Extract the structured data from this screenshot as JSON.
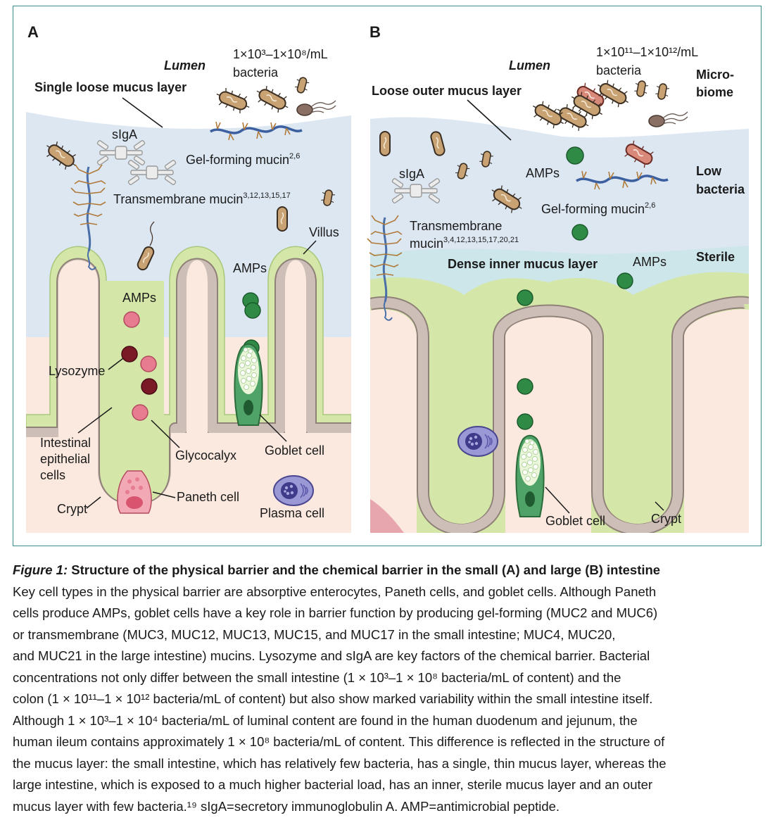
{
  "panels": {
    "a": {
      "letter": "A",
      "lumen": "Lumen",
      "bacteria_conc": "1×10³–1×10⁸/mL",
      "bacteria_word": "bacteria",
      "mucus_layer": "Single loose mucus layer",
      "siga": "sIgA",
      "gel_mucin": "Gel-forming mucin",
      "gel_mucin_ref": "2,6",
      "tm_mucin": "Transmembrane mucin",
      "tm_mucin_ref": "3,12,13,15,17",
      "villus": "Villus",
      "amps_left": "AMPs",
      "amps_right": "AMPs",
      "lysozyme": "Lysozyme",
      "epithelial_1": "Intestinal",
      "epithelial_2": "epithelial",
      "epithelial_3": "cells",
      "glycocalyx": "Glycocalyx",
      "goblet": "Goblet cell",
      "crypt": "Crypt",
      "paneth": "Paneth cell",
      "plasma": "Plasma cell"
    },
    "b": {
      "letter": "B",
      "lumen": "Lumen",
      "bacteria_conc": "1×10¹¹–1×10¹²/mL",
      "bacteria_word": "bacteria",
      "microbiome_1": "Micro-",
      "microbiome_2": "biome",
      "low_bacteria_1": "Low",
      "low_bacteria_2": "bacteria",
      "sterile": "Sterile",
      "outer_layer": "Loose outer mucus layer",
      "siga": "sIgA",
      "amps_top": "AMPs",
      "gel_mucin": "Gel-forming mucin",
      "gel_mucin_ref": "2,6",
      "tm_mucin_1": "Transmembrane",
      "tm_mucin_2": "mucin",
      "tm_mucin_ref": "3,4,12,13,15,17,20,21",
      "inner_layer": "Dense inner mucus layer",
      "amps_inner": "AMPs",
      "goblet": "Goblet cell",
      "crypt": "Crypt"
    }
  },
  "colors": {
    "frame": "#3a8c8c",
    "mucus": "#dce7f2",
    "inner_mucus": "#cde6ea",
    "epithelium": "#d4e7a8",
    "membrane": "#cdbfb7",
    "lamina": "#fbe9df",
    "amp_green": "#2f8a46",
    "amp_pink": "#e77b8f",
    "lysozyme": "#7a1a26",
    "bacteria": "#c9a273"
  },
  "caption": {
    "fig_label": "Figure 1:",
    "title": " Structure of the physical barrier and the chemical barrier in the small (A) and large (B) intestine",
    "lines": [
      "Key cell types in the physical barrier are absorptive enterocytes, Paneth cells, and goblet cells. Although Paneth",
      "cells produce AMPs, goblet cells have a key role in barrier function by producing gel-forming (MUC2 and MUC6)",
      "or transmembrane (MUC3, MUC12, MUC13, MUC15, and MUC17 in the small intestine; MUC4, MUC20,",
      "and MUC21 in the large intestine) mucins. Lysozyme and sIgA are key factors of the chemical barrier. Bacterial",
      "concentrations not only differ between the small intestine (1 × 10³–1 × 10⁸ bacteria/mL of content) and the",
      "colon (1 × 10¹¹–1 × 10¹² bacteria/mL of content) but also show marked variability within the small intestine itself.",
      "Although 1 × 10³–1 × 10⁴ bacteria/mL of luminal content are found in the human duodenum and jejunum, the",
      "human ileum contains approximately 1 × 10⁸ bacteria/mL of content. This difference is reflected in the structure of",
      "the mucus layer: the small intestine, which has relatively few bacteria, has a single, thin mucus layer, whereas the",
      "large intestine, which is exposed to a much higher bacterial load, has an inner, sterile mucus layer and an outer",
      "mucus layer with few bacteria.¹⁹ sIgA=secretory immunoglobulin A. AMP=antimicrobial peptide."
    ]
  }
}
